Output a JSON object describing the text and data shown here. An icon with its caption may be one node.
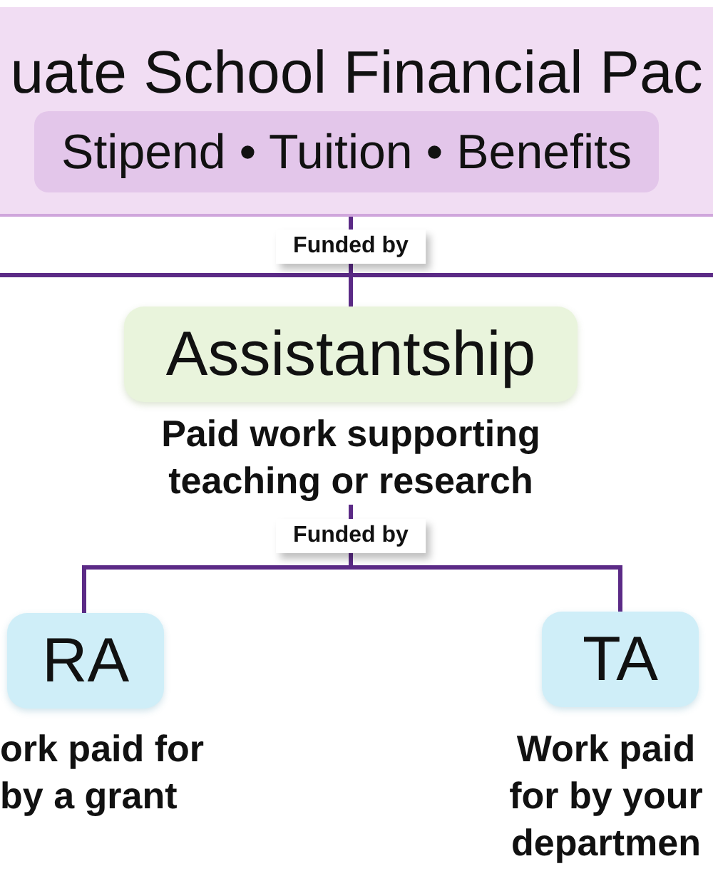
{
  "diagram": {
    "nodes": [
      {
        "text": [
          "uate School Financial Pac"
        ]
      },
      {
        "text": [
          "Stipend • Tuition • Benefits"
        ],
        "in": 0
      },
      {
        "text": [
          "Assistantship"
        ],
        "beside": [
          "Paid work supporting teaching or research"
        ]
      },
      {
        "text": [
          "RA"
        ],
        "beside": [
          "ork paid for by a grant"
        ]
      },
      {
        "text": [
          "TA"
        ],
        "beside": [
          "Work paid for by your departmen"
        ]
      }
    ],
    "edges": [
      {
        "from": 0,
        "to": 2,
        "arrow": "none",
        "label": "Funded by"
      },
      {
        "from": 0,
        "to": null,
        "arrow": "none"
      },
      {
        "from": 0,
        "to": null,
        "arrow": "none"
      },
      {
        "from": 2,
        "to": 3,
        "arrow": "none",
        "label": "Funded by"
      },
      {
        "from": 2,
        "to": 4,
        "arrow": "none"
      }
    ]
  }
}
